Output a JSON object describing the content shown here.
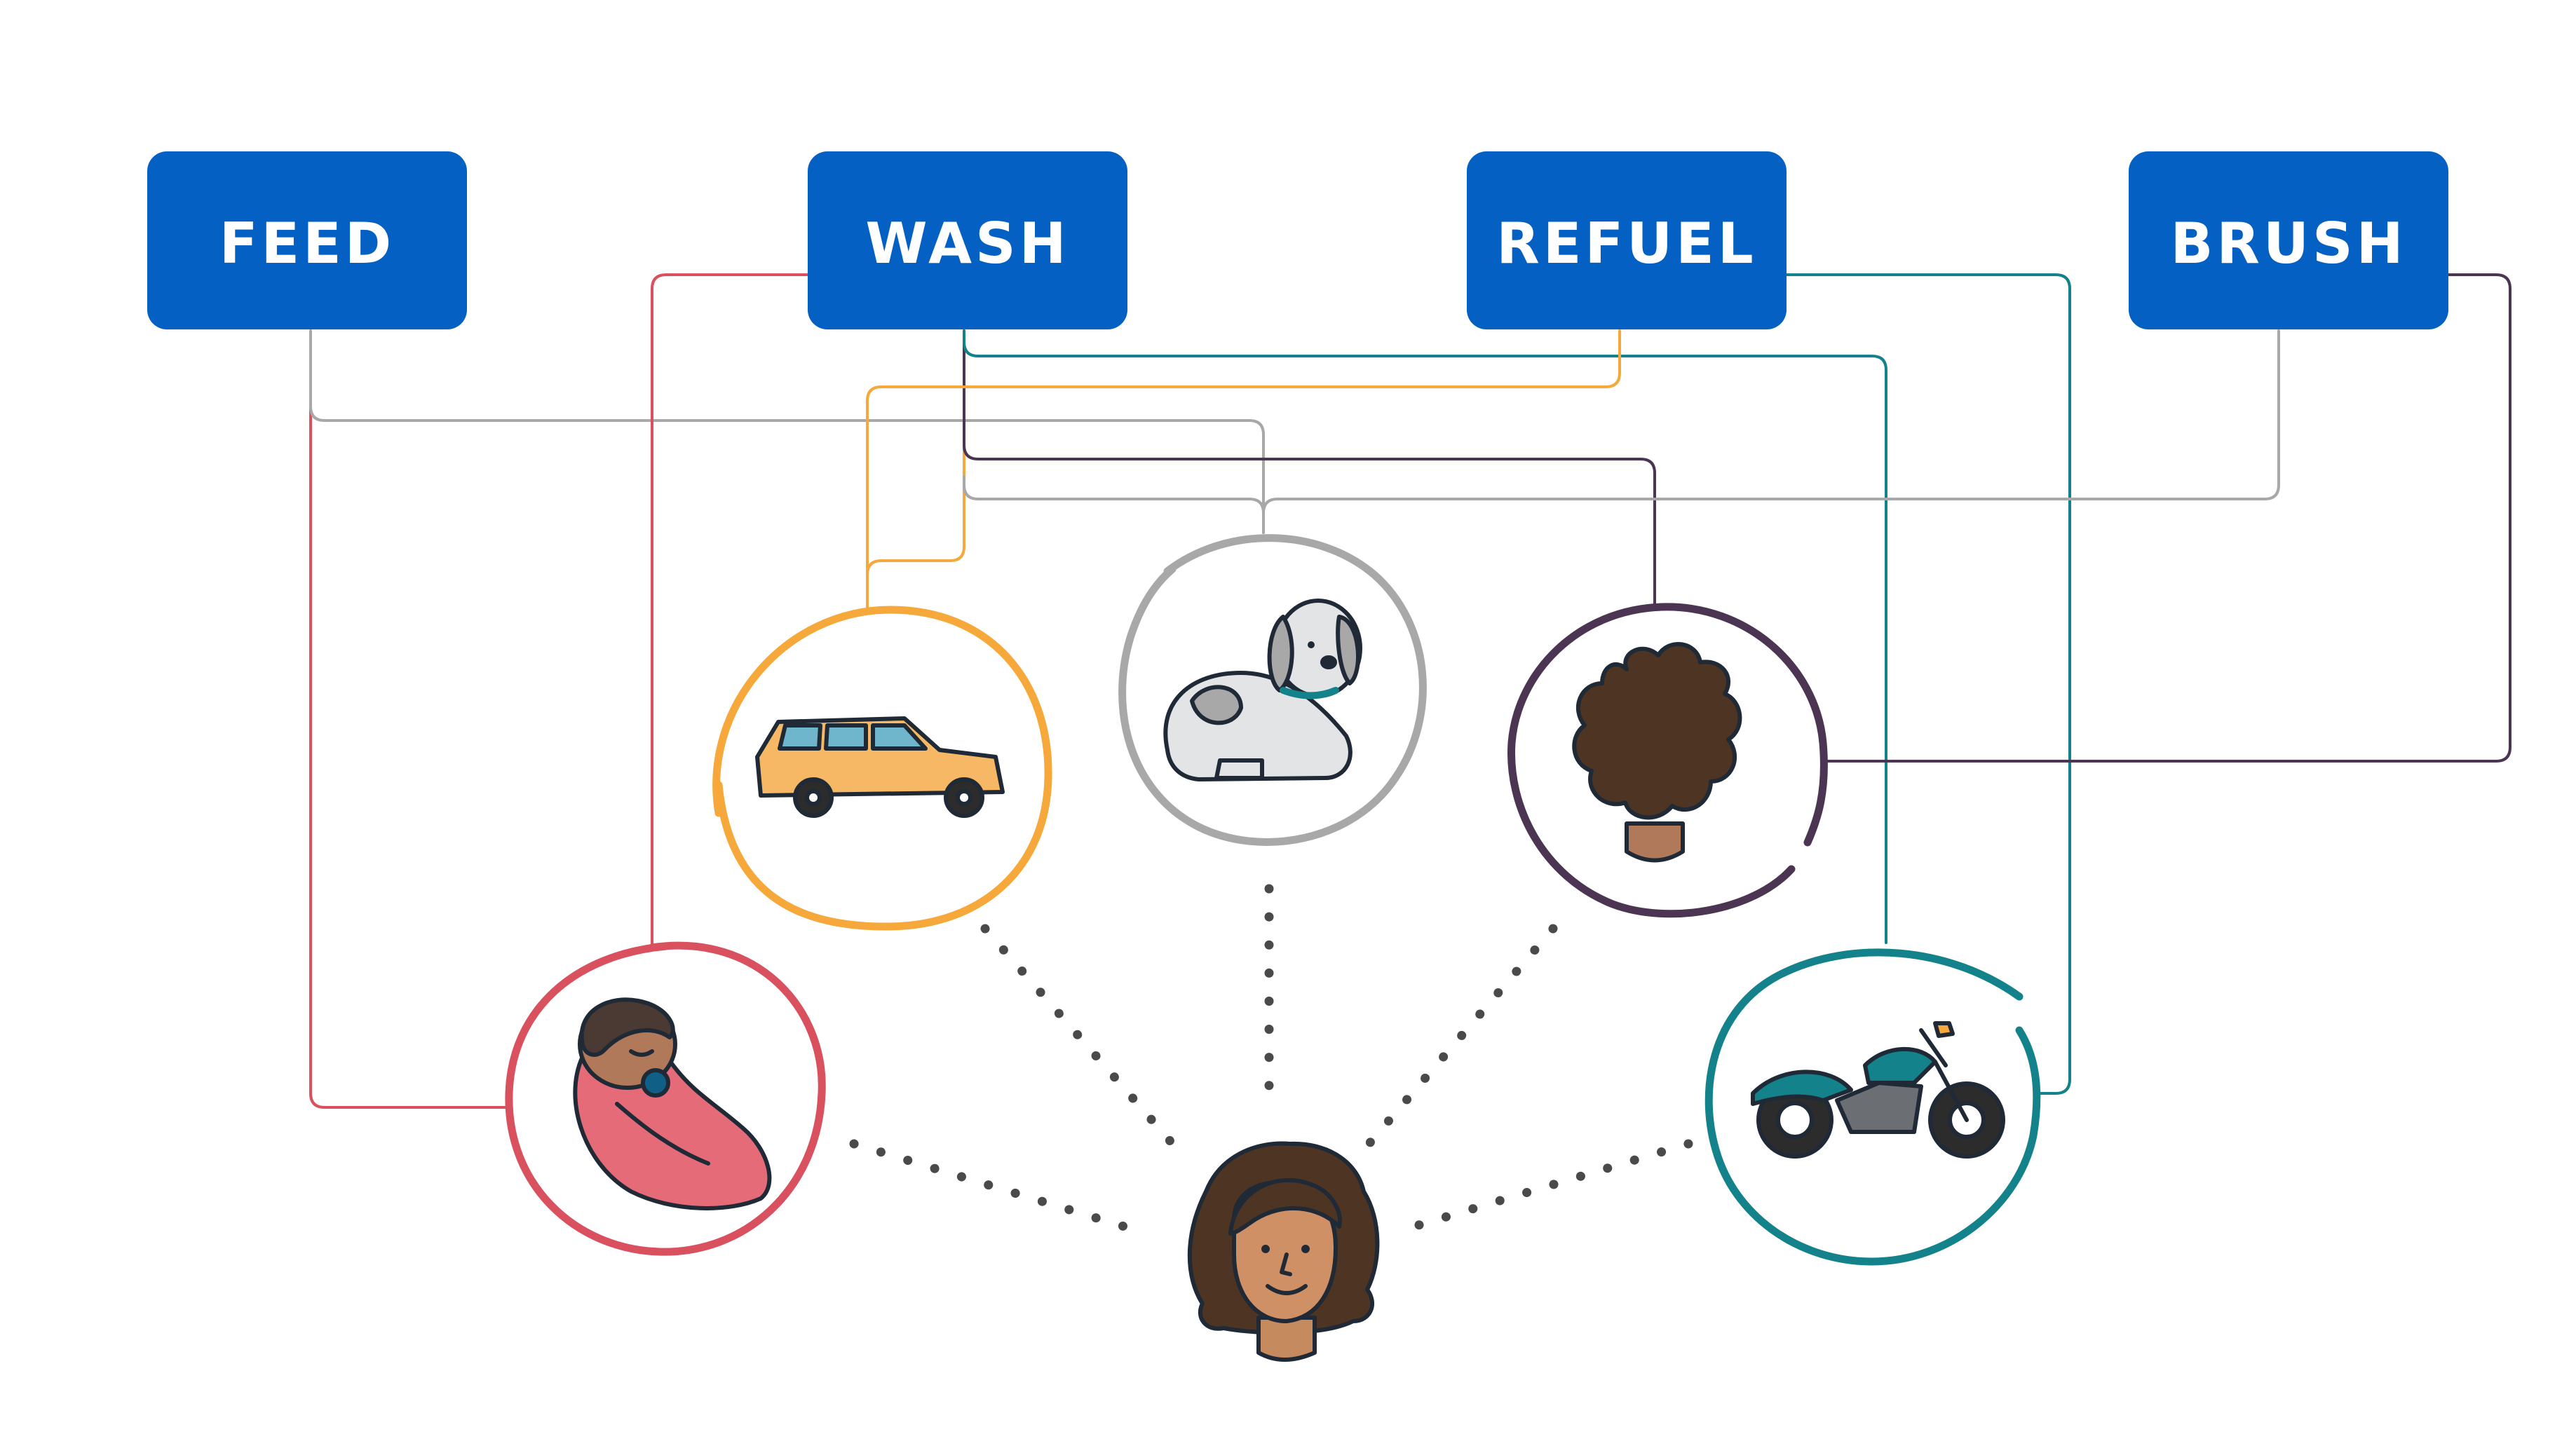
{
  "actions": [
    {
      "id": "feed",
      "label": "FEED"
    },
    {
      "id": "wash",
      "label": "WASH"
    },
    {
      "id": "refuel",
      "label": "REFUEL"
    },
    {
      "id": "brush",
      "label": "BRUSH"
    }
  ],
  "entities": [
    {
      "id": "baby",
      "icon": "baby-icon",
      "color": "#D9505F"
    },
    {
      "id": "car",
      "icon": "car-icon",
      "color": "#F6A83A"
    },
    {
      "id": "dog",
      "icon": "dog-icon",
      "color": "#A8A8A8"
    },
    {
      "id": "hair",
      "icon": "hair-icon",
      "color": "#4B3553"
    },
    {
      "id": "motorcycle",
      "icon": "motorcycle-icon",
      "color": "#13828A"
    }
  ],
  "links": [
    {
      "action": "feed",
      "entity": "baby",
      "color": "#D9505F"
    },
    {
      "action": "feed",
      "entity": "dog",
      "color": "#A8A8A8"
    },
    {
      "action": "wash",
      "entity": "baby",
      "color": "#D9505F"
    },
    {
      "action": "wash",
      "entity": "car",
      "color": "#F6A83A"
    },
    {
      "action": "wash",
      "entity": "dog",
      "color": "#A8A8A8"
    },
    {
      "action": "wash",
      "entity": "hair",
      "color": "#4B3553"
    },
    {
      "action": "wash",
      "entity": "motorcycle",
      "color": "#13828A"
    },
    {
      "action": "refuel",
      "entity": "car",
      "color": "#F6A83A"
    },
    {
      "action": "refuel",
      "entity": "motorcycle",
      "color": "#13828A"
    },
    {
      "action": "brush",
      "entity": "dog",
      "color": "#A8A8A8"
    },
    {
      "action": "brush",
      "entity": "hair",
      "color": "#4B3553"
    }
  ],
  "person": {
    "icon": "person-icon"
  },
  "colors": {
    "action_box": "#0460C3",
    "action_text": "#FFFFFF",
    "dotted_link": "#4A4A4A",
    "outline": "#1F2A36"
  }
}
